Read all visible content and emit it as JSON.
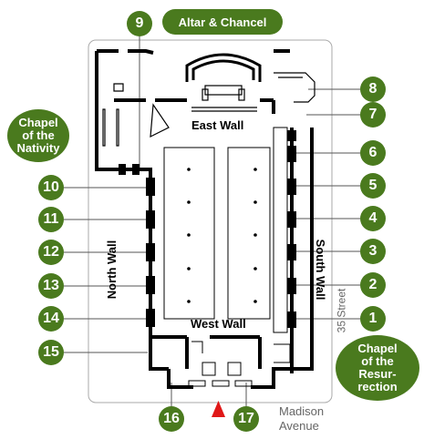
{
  "markers": [
    {
      "id": "m1",
      "label": "1"
    },
    {
      "id": "m2",
      "label": "2"
    },
    {
      "id": "m3",
      "label": "3"
    },
    {
      "id": "m4",
      "label": "4"
    },
    {
      "id": "m5",
      "label": "5"
    },
    {
      "id": "m6",
      "label": "6"
    },
    {
      "id": "m7",
      "label": "7"
    },
    {
      "id": "m8",
      "label": "8"
    },
    {
      "id": "m9",
      "label": "9"
    },
    {
      "id": "m10",
      "label": "10"
    },
    {
      "id": "m11",
      "label": "11"
    },
    {
      "id": "m12",
      "label": "12"
    },
    {
      "id": "m13",
      "label": "13"
    },
    {
      "id": "m14",
      "label": "14"
    },
    {
      "id": "m15",
      "label": "15"
    },
    {
      "id": "m16",
      "label": "16"
    },
    {
      "id": "m17",
      "label": "17"
    }
  ],
  "areas": {
    "altar": "Altar & Chancel",
    "nativity_1": "Chapel",
    "nativity_2": "of the",
    "nativity_3": "Nativity",
    "resurrection_1": "Chapel",
    "resurrection_2": "of the",
    "resurrection_3": "Resur-",
    "resurrection_4": "rection"
  },
  "walls": {
    "east": "East Wall",
    "west": "West Wall",
    "north": "North Wall",
    "south": "South Wall"
  },
  "streets": {
    "side": "35 Street",
    "front_1": "Madison",
    "front_2": "Avenue"
  },
  "colors": {
    "marker": "#4a7a1e",
    "wall": "#000000",
    "entrance_arrow": "#e01818",
    "lot_outline": "#aaaaaa"
  }
}
